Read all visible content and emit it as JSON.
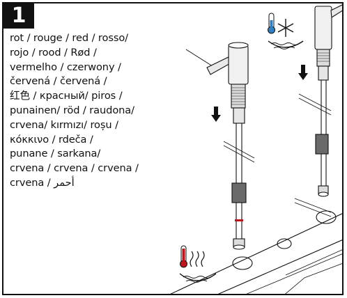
{
  "step": {
    "number": "1"
  },
  "color_names": {
    "lines": [
      "rot / rouge / red / rosso/",
      "rojo / rood / Rød /",
      "vermelho / czerwony /",
      "červená / červená /",
      "红色 / красный/ piros /",
      "punainen/ röd / raudona/",
      "crvena/ kırmızı/ roșu /",
      "κόκκινο / rdeča /",
      "punane / sarkana/",
      "crvena / crvena / crvena /",
      "crvena / أحمر"
    ]
  },
  "icons": {
    "cold": "thermometer-snowflake-water-icon",
    "hot": "thermometer-steam-water-icon"
  },
  "colors": {
    "hot_indicator": "#c0141c",
    "cold_indicator": "#2f7fc2",
    "line": "#111111"
  }
}
